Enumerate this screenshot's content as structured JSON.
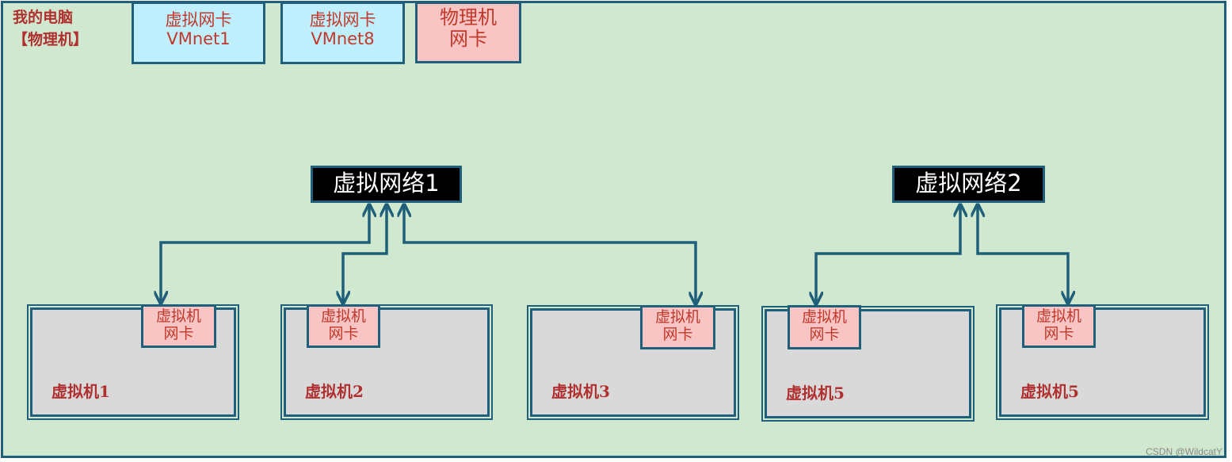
{
  "physical": {
    "title_line1": "我的电脑",
    "title_line2": "【物理机】"
  },
  "adapters": [
    {
      "line1": "虚拟网卡",
      "line2": "VMnet1"
    },
    {
      "line1": "虚拟网卡",
      "line2": "VMnet8"
    },
    {
      "line1": "物理机",
      "line2": "网卡"
    }
  ],
  "networks": [
    {
      "label": "虚拟网络1"
    },
    {
      "label": "虚拟网络2"
    }
  ],
  "vms": [
    {
      "label": "虚拟机1",
      "nic_line1": "虚拟机",
      "nic_line2": "网卡"
    },
    {
      "label": "虚拟机2",
      "nic_line1": "虚拟机",
      "nic_line2": "网卡"
    },
    {
      "label": "虚拟机3",
      "nic_line1": "虚拟机",
      "nic_line2": "网卡"
    },
    {
      "label": "虚拟机5",
      "nic_line1": "虚拟机",
      "nic_line2": "网卡"
    },
    {
      "label": "虚拟机5",
      "nic_line1": "虚拟机",
      "nic_line2": "网卡"
    }
  ],
  "colors": {
    "background": "#cfe8cf",
    "border": "#1f5f7a",
    "adapter_blue": "#bfeefc",
    "nic_pink": "#f8c4c4",
    "label_red": "#b03030",
    "network_box": "#000000"
  },
  "watermark": "CSDN @WildcatY"
}
